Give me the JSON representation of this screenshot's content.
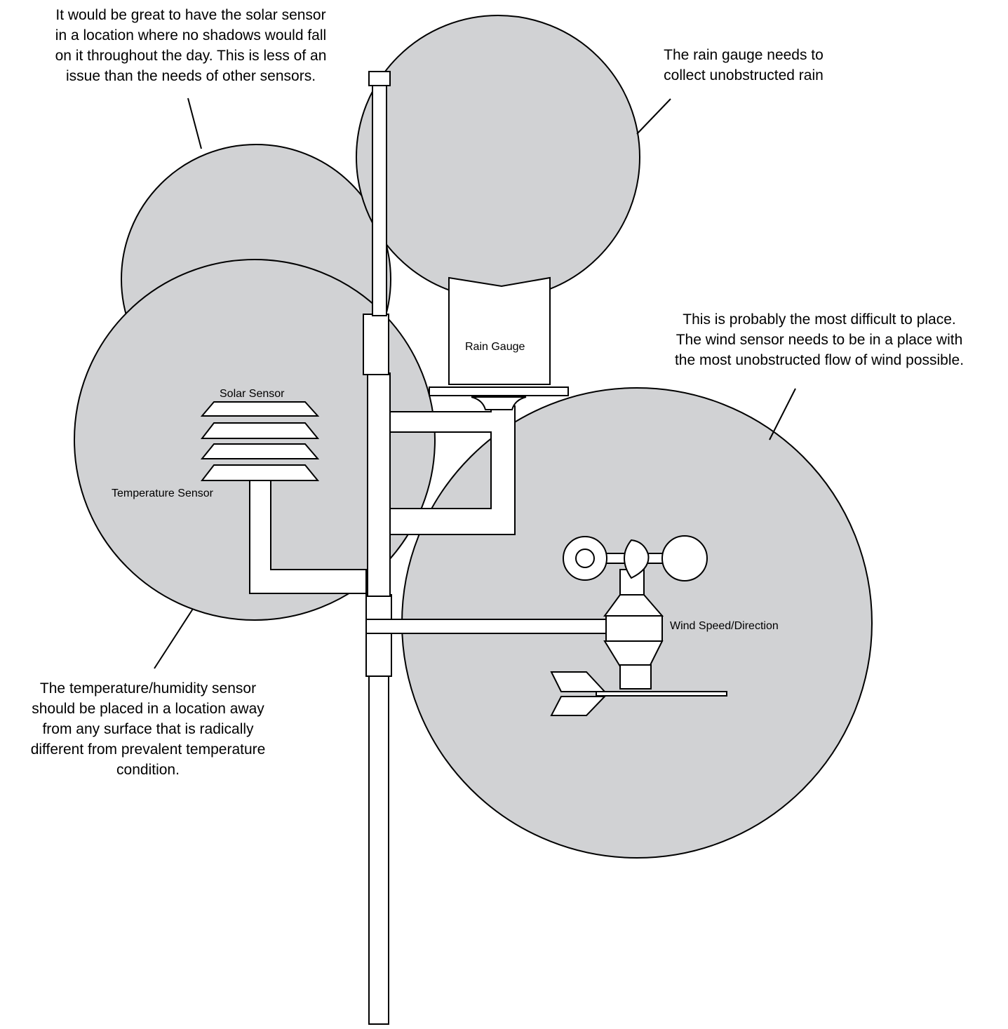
{
  "notes": {
    "solar": [
      "It would be great to have the solar sensor",
      "in a location where no shadows would fall",
      "on it throughout the day. This is less of an",
      "issue than the needs of other sensors."
    ],
    "rain": [
      "The rain gauge needs to",
      "collect unobstructed rain"
    ],
    "wind": [
      "This is probably the most difficult to place.",
      "The wind sensor needs to be in a place with",
      "the most unobstructed flow of wind possible."
    ],
    "temperature": [
      "The temperature/humidity sensor",
      "should be placed in a location away",
      "from any surface that is radically",
      "different from prevalent temperature",
      "condition."
    ]
  },
  "labels": {
    "solar_sensor": "Solar Sensor",
    "temperature_sensor": "Temperature Sensor",
    "rain_gauge": "Rain Gauge",
    "wind_speed_direction": "Wind Speed/Direction"
  },
  "colors": {
    "zone_fill": "#d1d2d4",
    "outline": "#000000",
    "part_fill": "#ffffff"
  }
}
